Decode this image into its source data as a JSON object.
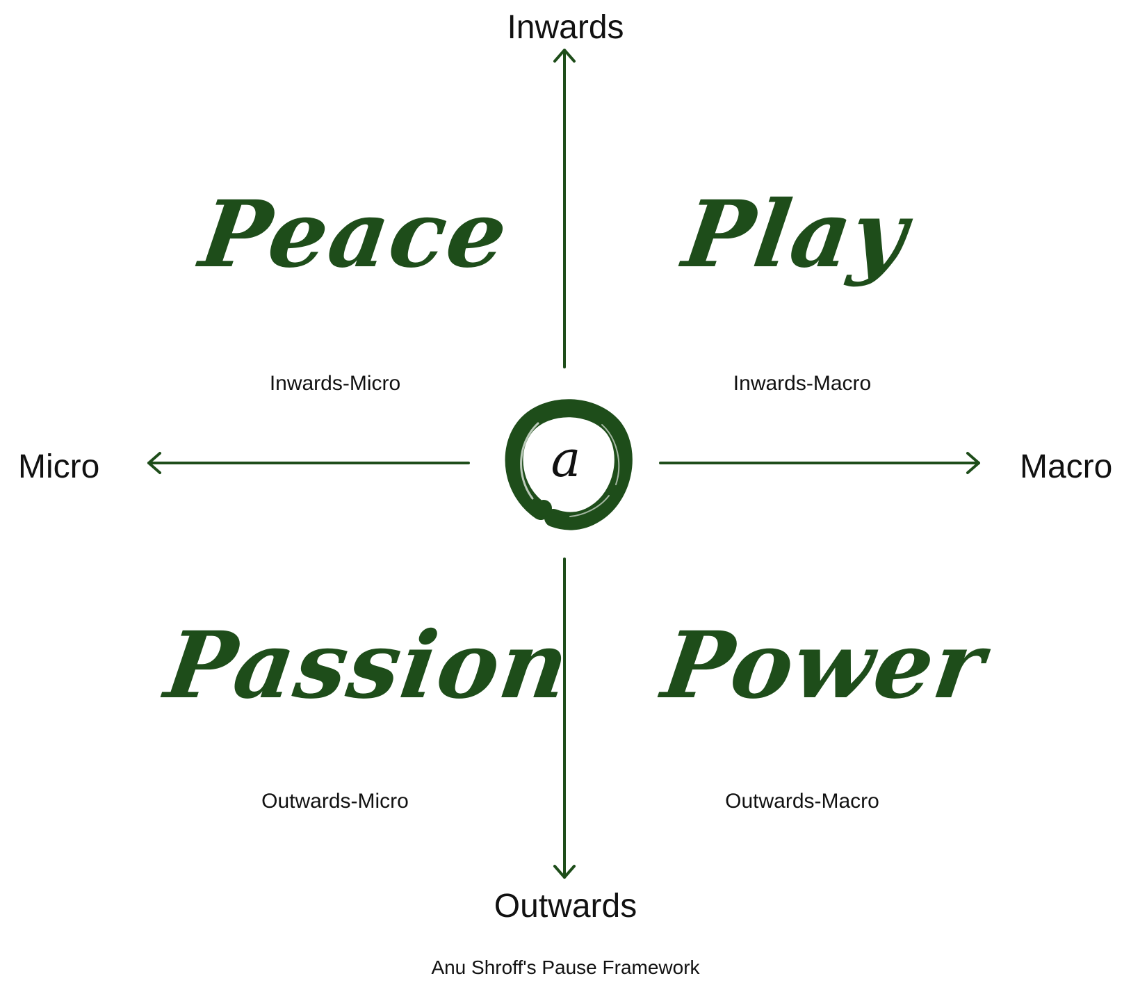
{
  "diagram": {
    "accent_color": "#1e4d1a",
    "axes": {
      "top": "Inwards",
      "bottom": "Outwards",
      "left": "Micro",
      "right": "Macro"
    },
    "quadrants": [
      {
        "id": "peace",
        "title": "Peace",
        "subtitle": "Inwards-Micro"
      },
      {
        "id": "play",
        "title": "Play",
        "subtitle": "Inwards-Macro"
      },
      {
        "id": "passion",
        "title": "Passion",
        "subtitle": "Outwards-Micro"
      },
      {
        "id": "power",
        "title": "Power",
        "subtitle": "Outwards-Macro"
      }
    ],
    "center_logo": {
      "icon": "enso-circle-logo",
      "letter": "a"
    },
    "footer": "Anu Shroff's Pause Framework"
  }
}
